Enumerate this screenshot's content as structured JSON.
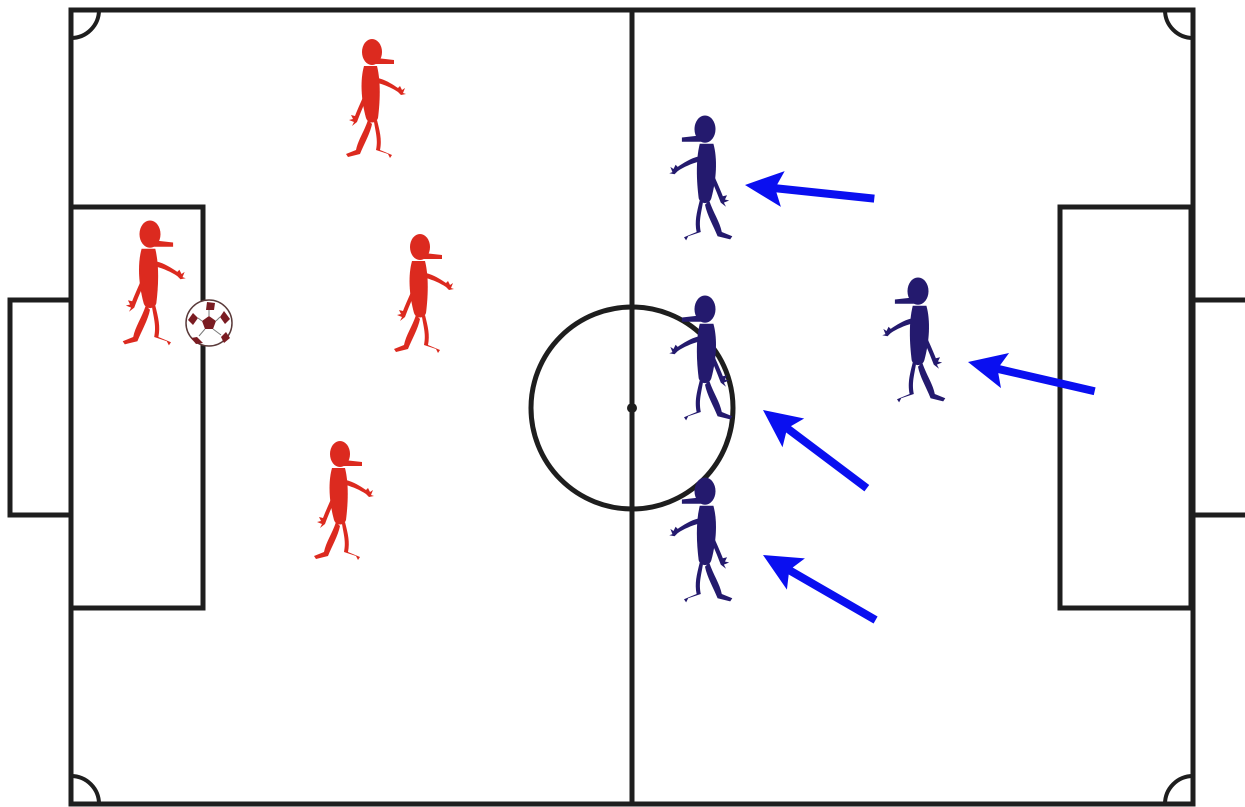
{
  "colors": {
    "background": "#ffffff",
    "pitch_lines": "#1e1e1e",
    "red_team": "#dc2a1f",
    "blue_team": "#241a6e",
    "arrows": "#0a0ff0",
    "ball_dark": "#7a1c22"
  },
  "players": {
    "red": [
      {
        "name": "player-red-goalkeeper",
        "facing": "right"
      },
      {
        "name": "player-red-top",
        "facing": "right"
      },
      {
        "name": "player-red-middle",
        "facing": "right"
      },
      {
        "name": "player-red-bottom",
        "facing": "right"
      }
    ],
    "blue": [
      {
        "name": "player-blue-top",
        "facing": "left"
      },
      {
        "name": "player-blue-center",
        "facing": "left"
      },
      {
        "name": "player-blue-bottom",
        "facing": "left"
      },
      {
        "name": "player-blue-right",
        "facing": "left"
      }
    ]
  },
  "arrows": [
    {
      "name": "arrow-blue-top",
      "direction": "left"
    },
    {
      "name": "arrow-blue-right",
      "direction": "left"
    },
    {
      "name": "arrow-blue-center",
      "direction": "up-left"
    },
    {
      "name": "arrow-blue-bottom",
      "direction": "up-left"
    }
  ],
  "icons": [
    "soccer-ball-icon"
  ]
}
